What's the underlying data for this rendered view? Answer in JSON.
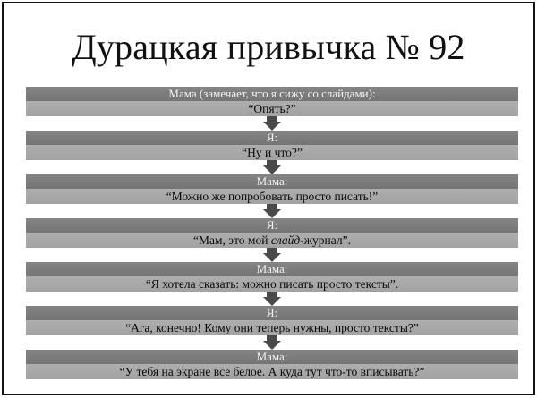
{
  "slide": {
    "title": "Дурацкая привычка № 92",
    "colors": {
      "speaker_band": "#7a7a7a",
      "quote_band": "#a8a8a8",
      "arrow": "#4a4a4a",
      "border": "#111111"
    },
    "dialogue": [
      {
        "speaker": "Мама (замечает, что я сижу со слайдами):",
        "quote": "“Опять?”"
      },
      {
        "speaker": "Я:",
        "quote": "“Ну и что?”"
      },
      {
        "speaker": "Мама:",
        "quote": "“Можно же попробовать просто писать!”"
      },
      {
        "speaker": "Я:",
        "quote_before": "“Мам, это мой ",
        "quote_emphasis": "слайд",
        "quote_after": "-журнал”."
      },
      {
        "speaker": "Мама:",
        "quote": "“Я хотела сказать: можно писать просто тексты”."
      },
      {
        "speaker": "Я:",
        "quote": "“Ага, конечно! Кому они теперь нужны, просто тексты?”"
      },
      {
        "speaker": "Мама:",
        "quote": "“У тебя на экране все белое. А куда тут что-то вписывать?”"
      }
    ],
    "connector_icon": "down-arrow-icon"
  }
}
